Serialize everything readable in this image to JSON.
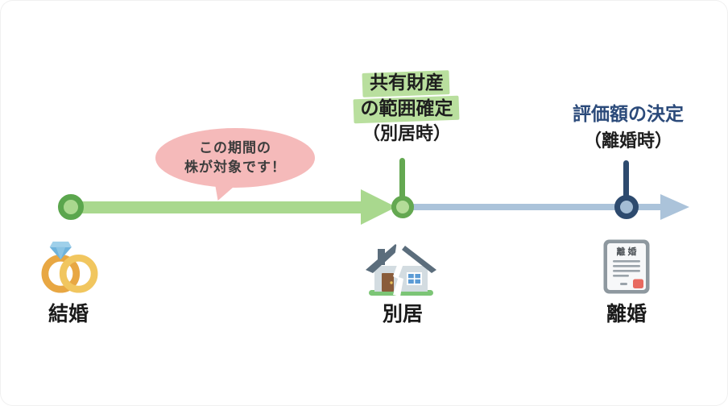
{
  "bubble": {
    "line1": "この期間の",
    "line2": "株が対象です！"
  },
  "separation_heading": {
    "line1": "共有財産",
    "line2": "の範囲確定",
    "line3": "（別居時）"
  },
  "divorce_heading": {
    "line1": "評価額の決定",
    "line2": "（離婚時）"
  },
  "events": {
    "marriage": {
      "label": "結婚",
      "icon": "wedding-rings-icon"
    },
    "separation": {
      "label": "別居",
      "icon": "broken-house-icon"
    },
    "divorce": {
      "label": "離婚",
      "icon": "divorce-document-icon"
    }
  },
  "divorce_document": {
    "title": "離 婚"
  },
  "colors": {
    "timeline_green": "#a9d88e",
    "timeline_green_dark": "#5ba64d",
    "timeline_blue": "#abc3da",
    "timeline_blue_dark": "#2d4a6e",
    "heading_highlight_green": "#b9df9e",
    "heading_accent_blue": "#2b4a7a",
    "bubble_pink": "#f5baba"
  }
}
